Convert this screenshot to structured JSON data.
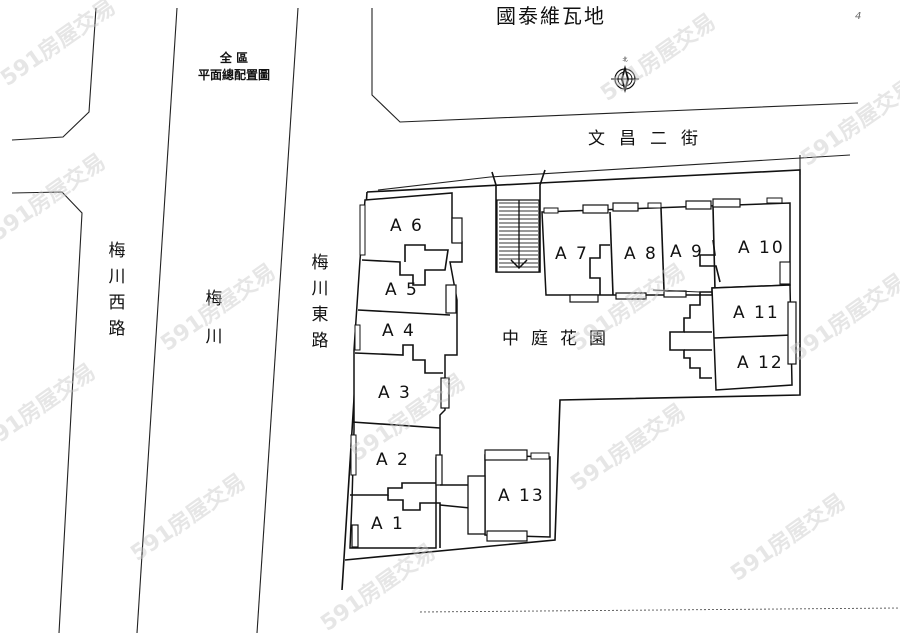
{
  "plan": {
    "title_line1": "全 區",
    "title_line2": "平面總配置圖",
    "neighbor_label": "國泰維瓦地",
    "corner_note": "4",
    "compass": {
      "north_label": "北",
      "icon": "compass-rose-icon"
    }
  },
  "streets": {
    "north": "文昌二街",
    "west_road": "梅川西路",
    "canal": "梅川",
    "east_road": "梅川東路"
  },
  "courtyard": "中庭花園",
  "units": [
    {
      "id": "A1",
      "label": "A 1"
    },
    {
      "id": "A2",
      "label": "A 2"
    },
    {
      "id": "A3",
      "label": "A 3"
    },
    {
      "id": "A4",
      "label": "A 4"
    },
    {
      "id": "A5",
      "label": "A 5"
    },
    {
      "id": "A6",
      "label": "A 6"
    },
    {
      "id": "A7",
      "label": "A 7"
    },
    {
      "id": "A8",
      "label": "A 8"
    },
    {
      "id": "A9",
      "label": "A 9"
    },
    {
      "id": "A10",
      "label": "A 10"
    },
    {
      "id": "A11",
      "label": "A 11"
    },
    {
      "id": "A12",
      "label": "A 12"
    },
    {
      "id": "A13",
      "label": "A 13"
    }
  ],
  "ramp": {
    "icon": "ramp-down-arrow-icon"
  },
  "watermark": "591房屋交易"
}
